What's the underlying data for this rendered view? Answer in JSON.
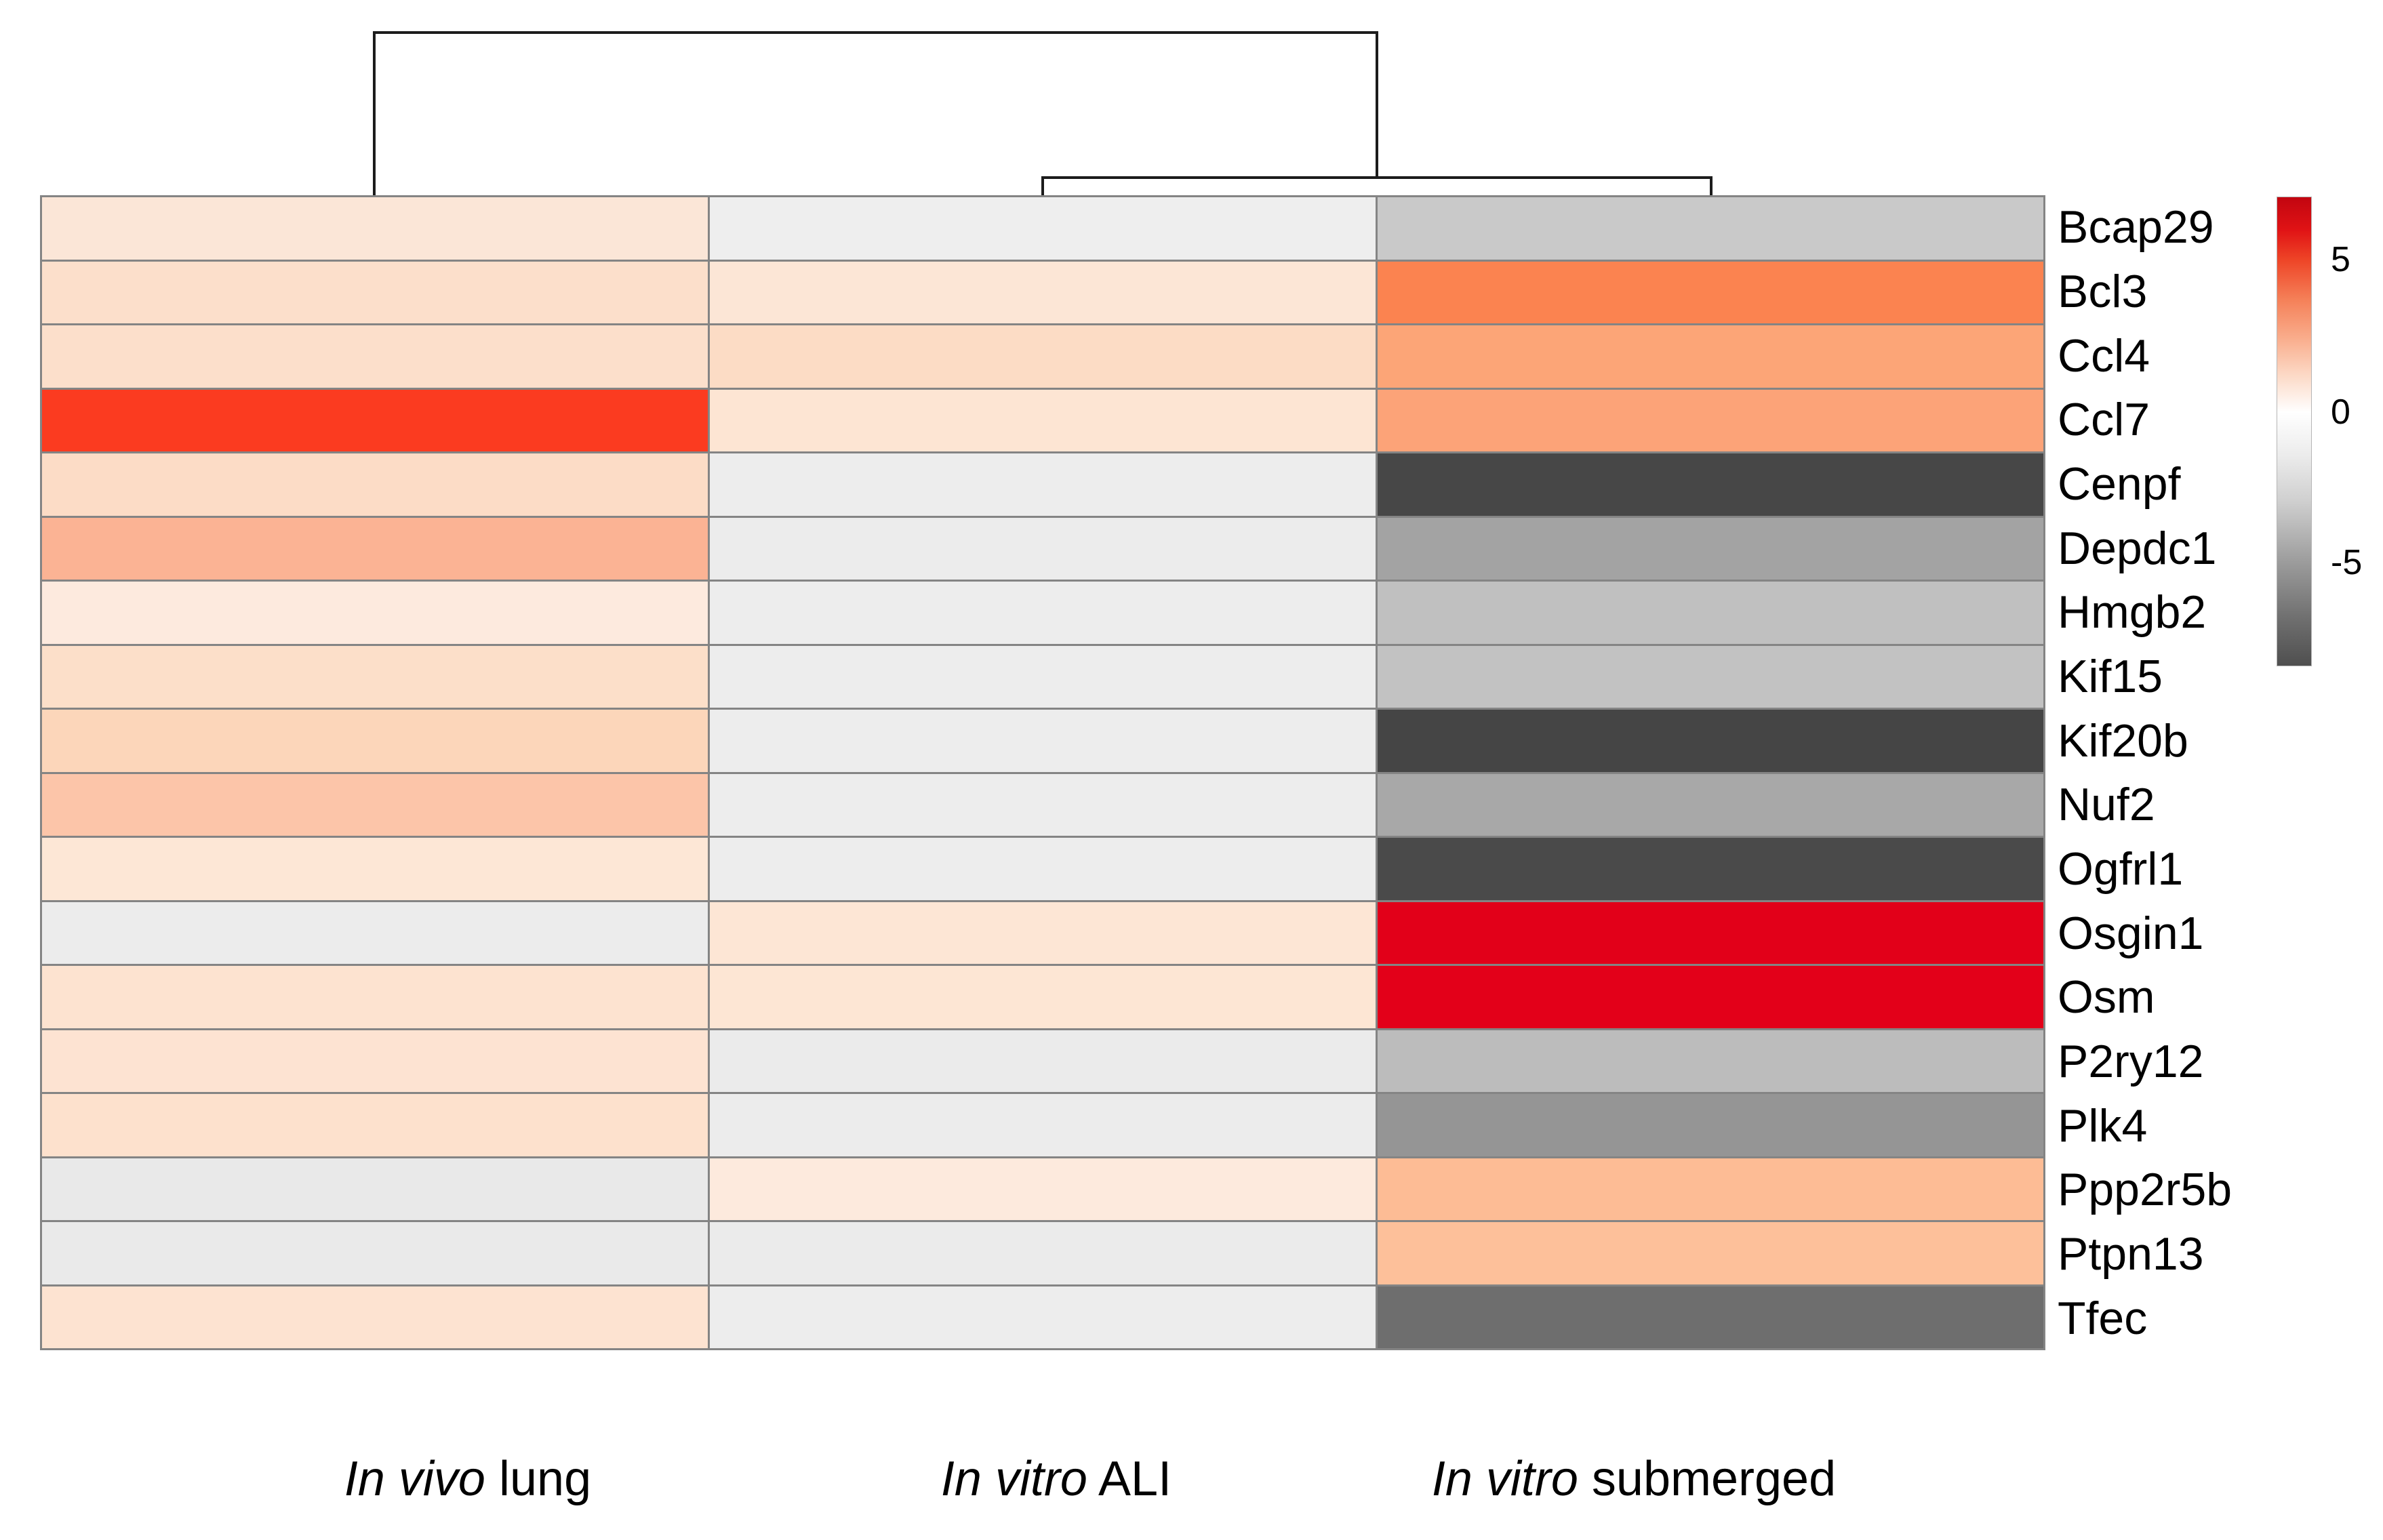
{
  "chart_data": {
    "type": "heatmap",
    "title": "Clustered gene expression heatmap",
    "columns": [
      "In vivo lung",
      "In vitro ALI",
      "In vitro submerged"
    ],
    "column_labels_styled": [
      {
        "italic": "In vivo",
        "regular": " lung"
      },
      {
        "italic": "In vitro",
        "regular": " ALI"
      },
      {
        "italic": "In vitro",
        "regular": " submerged"
      }
    ],
    "genes": [
      "Bcap29",
      "Bcl3",
      "Ccl4",
      "Ccl7",
      "Cenpf",
      "Depdc1",
      "Hmgb2",
      "Kif15",
      "Kif20b",
      "Nuf2",
      "Ogfrl1",
      "Osgin1",
      "Osm",
      "P2ry12",
      "Plk4",
      "Ppp2r5b",
      "Ptpn13",
      "Tfec"
    ],
    "cell_colors": [
      [
        "#fbe6d7",
        "#eeeeee",
        "#c9c9c9"
      ],
      [
        "#fcdfcb",
        "#fce6d6",
        "#fb8350"
      ],
      [
        "#fcdfcb",
        "#fcdcc5",
        "#fca577"
      ],
      [
        "#fb3b20",
        "#fde5d3",
        "#fca378"
      ],
      [
        "#fcdcc6",
        "#ededed",
        "#474747"
      ],
      [
        "#fbb394",
        "#ececec",
        "#a3a3a3"
      ],
      [
        "#fdeade",
        "#ededed",
        "#c0c0c0"
      ],
      [
        "#fcdfc9",
        "#ededed",
        "#c2c2c2"
      ],
      [
        "#fcd6ba",
        "#ededed",
        "#454545"
      ],
      [
        "#fcc5a9",
        "#ededed",
        "#a8a8a8"
      ],
      [
        "#fde7d6",
        "#ededed",
        "#4a4a4a"
      ],
      [
        "#ececec",
        "#fde6d5",
        "#e20019"
      ],
      [
        "#fde3d0",
        "#fde6d4",
        "#e30019"
      ],
      [
        "#fde3d2",
        "#ebebeb",
        "#bcbcbc"
      ],
      [
        "#fde1cd",
        "#ececec",
        "#959595"
      ],
      [
        "#e9e9e9",
        "#fdeadd",
        "#fdbc95"
      ],
      [
        "#eaeaea",
        "#ebebeb",
        "#fdc09a"
      ],
      [
        "#fde3d1",
        "#ededed",
        "#6e6e6e"
      ]
    ],
    "values_estimated": [
      [
        1.0,
        -0.5,
        -2.1
      ],
      [
        1.2,
        0.9,
        4.2
      ],
      [
        1.2,
        1.3,
        3.1
      ],
      [
        5.6,
        1.0,
        3.1
      ],
      [
        1.4,
        -0.6,
        -7.6
      ],
      [
        2.6,
        -0.7,
        -3.7
      ],
      [
        0.8,
        -0.6,
        -2.4
      ],
      [
        1.2,
        -0.6,
        -2.3
      ],
      [
        1.6,
        -0.6,
        -7.7
      ],
      [
        2.2,
        -0.6,
        -3.5
      ],
      [
        0.9,
        -0.6,
        -7.4
      ],
      [
        -0.7,
        1.0,
        7.3
      ],
      [
        1.0,
        1.0,
        7.3
      ],
      [
        1.0,
        -0.8,
        -2.6
      ],
      [
        1.1,
        -0.7,
        -4.4
      ],
      [
        -0.8,
        0.8,
        2.7
      ],
      [
        -0.7,
        -0.8,
        2.5
      ],
      [
        1.0,
        -0.6,
        -6.0
      ]
    ],
    "colorbar": {
      "tick_labels": [
        "5",
        "0",
        "-5"
      ],
      "tick_positions_pct": [
        13.4,
        45.9,
        77.9
      ],
      "value_range_approx": [
        -8.3,
        7.1
      ],
      "gradient": [
        [
          0.0,
          "#c20510"
        ],
        [
          0.07,
          "#e01315"
        ],
        [
          0.134,
          "#ee4527"
        ],
        [
          0.22,
          "#f58159"
        ],
        [
          0.3,
          "#f9ac8b"
        ],
        [
          0.38,
          "#fcd9c6"
        ],
        [
          0.459,
          "#ffffff"
        ],
        [
          0.55,
          "#ececec"
        ],
        [
          0.65,
          "#cfcfcf"
        ],
        [
          0.779,
          "#9c9c9c"
        ],
        [
          0.9,
          "#6f6f6f"
        ],
        [
          1.0,
          "#4f4f4f"
        ]
      ]
    },
    "dendrogram": {
      "structure": "(In vivo lung, (In vitro ALI, In vitro submerged))",
      "first_join": [
        "In vitro ALI",
        "In vitro submerged"
      ],
      "line_color": "#1c1c1c"
    },
    "layout_hints": {
      "grid_lines": true,
      "legend_position": "right",
      "row_labels_position": "right",
      "column_labels_position": "bottom"
    }
  }
}
